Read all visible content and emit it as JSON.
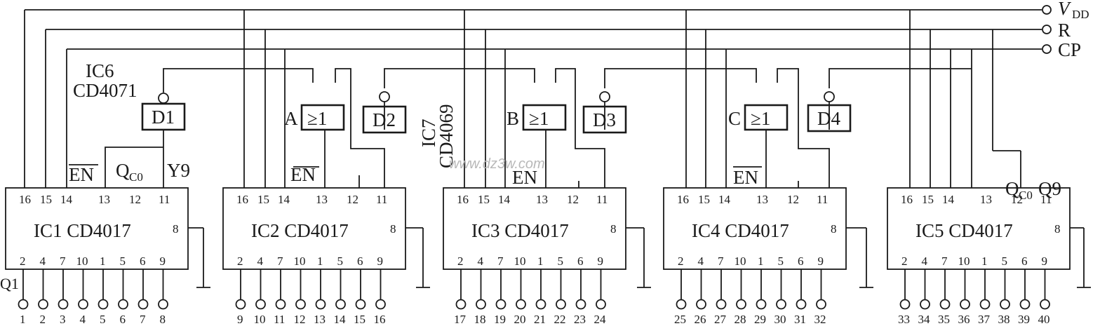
{
  "rails": [
    {
      "key": "vdd",
      "label": "V",
      "sub": "DD"
    },
    {
      "key": "r",
      "label": "R"
    },
    {
      "key": "cp",
      "label": "CP"
    }
  ],
  "counters": [
    {
      "name": "IC1 CD4017",
      "top_pins": [
        "16",
        "15",
        "14",
        "13",
        "12",
        "11"
      ],
      "bottom_pins": [
        "2",
        "4",
        "7",
        "10",
        "1",
        "5",
        "6",
        "9"
      ],
      "side_pin": "8",
      "outputs": [
        "1",
        "2",
        "3",
        "4",
        "5",
        "6",
        "7",
        "8"
      ]
    },
    {
      "name": "IC2 CD4017",
      "top_pins": [
        "16",
        "15",
        "14",
        "13",
        "12",
        "11"
      ],
      "bottom_pins": [
        "2",
        "4",
        "7",
        "10",
        "1",
        "5",
        "6",
        "9"
      ],
      "side_pin": "8",
      "outputs": [
        "9",
        "10",
        "11",
        "12",
        "13",
        "14",
        "15",
        "16"
      ]
    },
    {
      "name": "IC3 CD4017",
      "top_pins": [
        "16",
        "15",
        "14",
        "13",
        "12",
        "11"
      ],
      "bottom_pins": [
        "2",
        "4",
        "7",
        "10",
        "1",
        "5",
        "6",
        "9"
      ],
      "side_pin": "8",
      "outputs": [
        "17",
        "18",
        "19",
        "20",
        "21",
        "22",
        "23",
        "24"
      ]
    },
    {
      "name": "IC4 CD4017",
      "top_pins": [
        "16",
        "15",
        "14",
        "13",
        "12",
        "11"
      ],
      "bottom_pins": [
        "2",
        "4",
        "7",
        "10",
        "1",
        "5",
        "6",
        "9"
      ],
      "side_pin": "8",
      "outputs": [
        "25",
        "26",
        "27",
        "28",
        "29",
        "30",
        "31",
        "32"
      ]
    },
    {
      "name": "IC5 CD4017",
      "top_pins": [
        "16",
        "15",
        "14",
        "13",
        "12",
        "11"
      ],
      "bottom_pins": [
        "2",
        "4",
        "7",
        "10",
        "1",
        "5",
        "6",
        "9"
      ],
      "side_pin": "8",
      "outputs": [
        "33",
        "34",
        "35",
        "36",
        "37",
        "38",
        "39",
        "40"
      ]
    }
  ],
  "inverters": [
    "D1",
    "D2",
    "D3",
    "D4"
  ],
  "or_gates": [
    {
      "letter": "A",
      "symbol": "≥1"
    },
    {
      "letter": "B",
      "symbol": "≥1"
    },
    {
      "letter": "C",
      "symbol": "≥1"
    }
  ],
  "labels": {
    "ic6_name": "IC6",
    "ic6_part": "CD4071",
    "ic7_name": "IC7",
    "ic7_part": "CD4069",
    "en": "EN",
    "qco": "Q",
    "qco_sub": "C0",
    "y9": "Y9",
    "q9": "Q9",
    "q1": "Q1",
    "watermark": "www.dz3w.com"
  }
}
